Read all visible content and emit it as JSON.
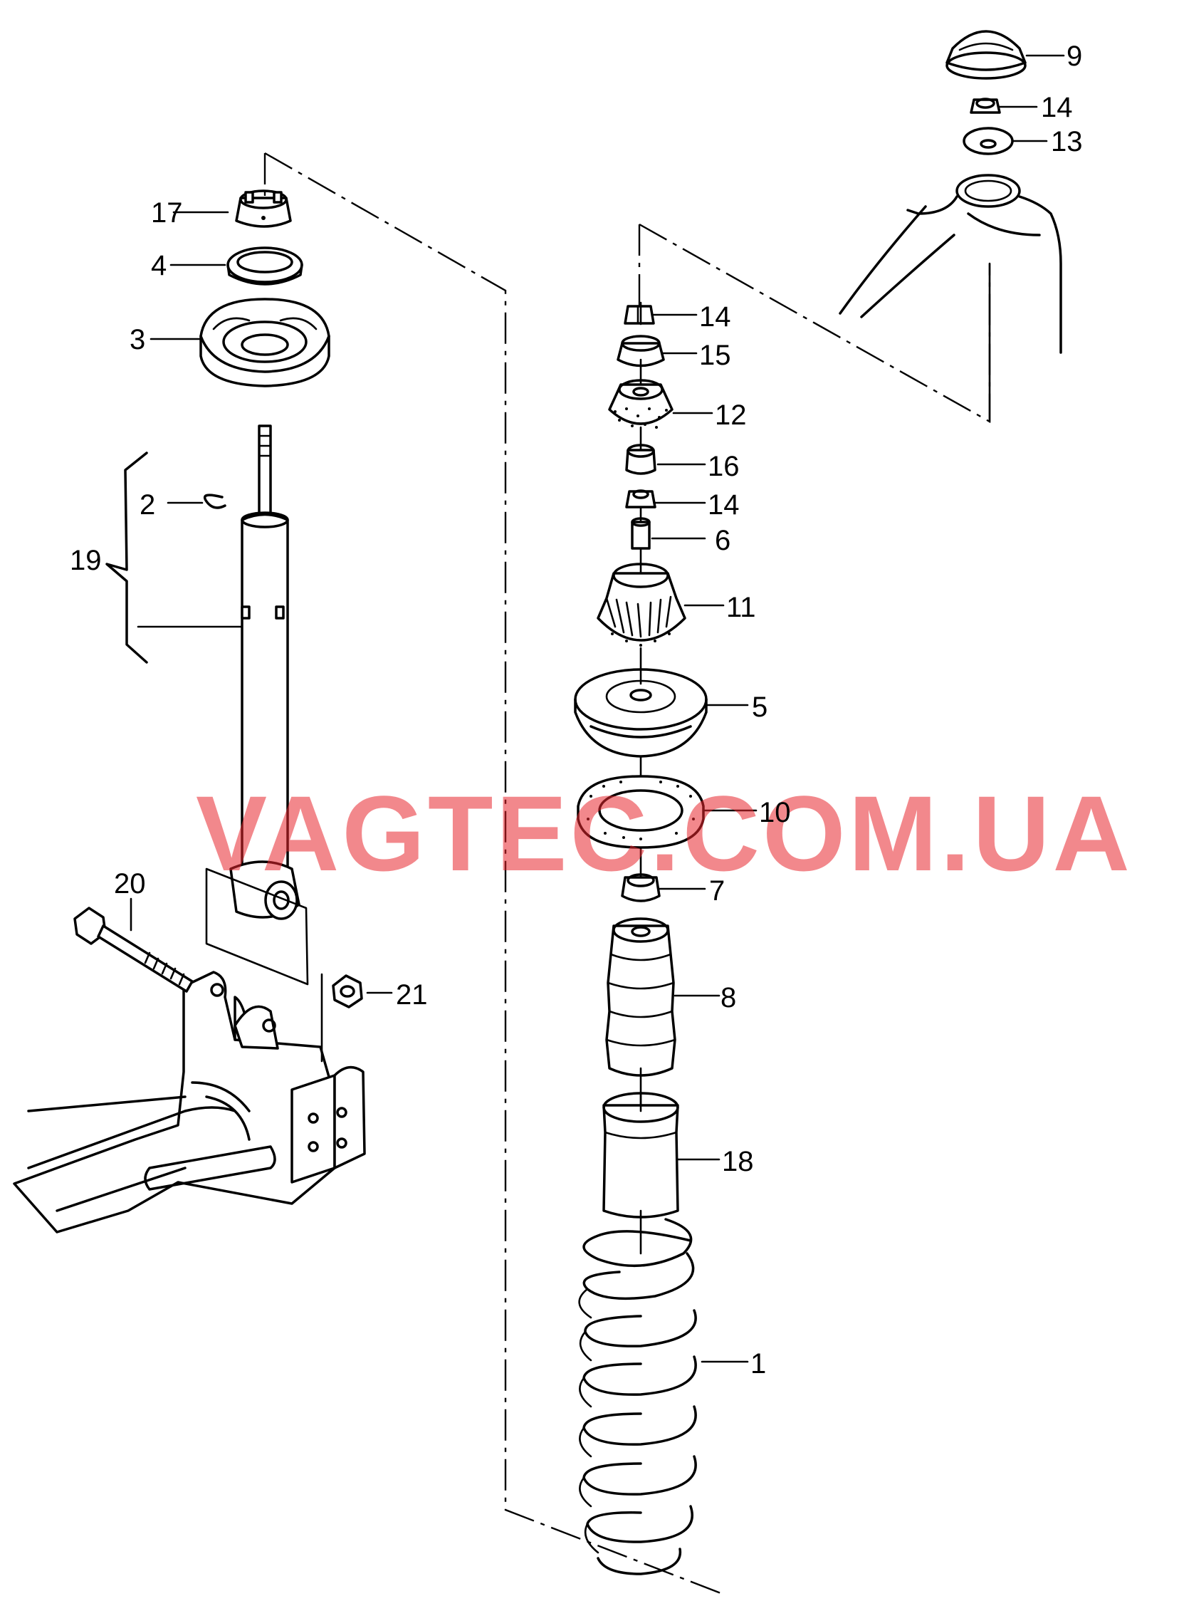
{
  "watermark": "VAGTEC.COM.UA",
  "callouts": {
    "c1": "1",
    "c2": "2",
    "c3": "3",
    "c4": "4",
    "c5": "5",
    "c6": "6",
    "c7": "7",
    "c8": "8",
    "c9": "9",
    "c10": "10",
    "c11": "11",
    "c12": "12",
    "c13": "13",
    "c14a": "14",
    "c14b": "14",
    "c14c": "14",
    "c15": "15",
    "c16": "16",
    "c17": "17",
    "c18": "18",
    "c19": "19",
    "c20": "20",
    "c21": "21"
  },
  "parts": [
    {
      "id": "1",
      "name": "coil-spring"
    },
    {
      "id": "2",
      "name": "circlip"
    },
    {
      "id": "3",
      "name": "spring-plate"
    },
    {
      "id": "4",
      "name": "seal-ring"
    },
    {
      "id": "5",
      "name": "upper-spring-seat"
    },
    {
      "id": "6",
      "name": "spacer-sleeve"
    },
    {
      "id": "7",
      "name": "washer-bush"
    },
    {
      "id": "8",
      "name": "bump-stop"
    },
    {
      "id": "9",
      "name": "protective-cap"
    },
    {
      "id": "10",
      "name": "spring-pad"
    },
    {
      "id": "11",
      "name": "rubber-mount-lower"
    },
    {
      "id": "12",
      "name": "rubber-mount-upper"
    },
    {
      "id": "13",
      "name": "washer"
    },
    {
      "id": "14",
      "name": "nut"
    },
    {
      "id": "15",
      "name": "dished-washer"
    },
    {
      "id": "16",
      "name": "sleeve"
    },
    {
      "id": "17",
      "name": "slotted-nut"
    },
    {
      "id": "18",
      "name": "protective-sleeve"
    },
    {
      "id": "19",
      "name": "shock-absorber-assembly"
    },
    {
      "id": "20",
      "name": "hex-bolt"
    },
    {
      "id": "21",
      "name": "hex-nut"
    }
  ]
}
